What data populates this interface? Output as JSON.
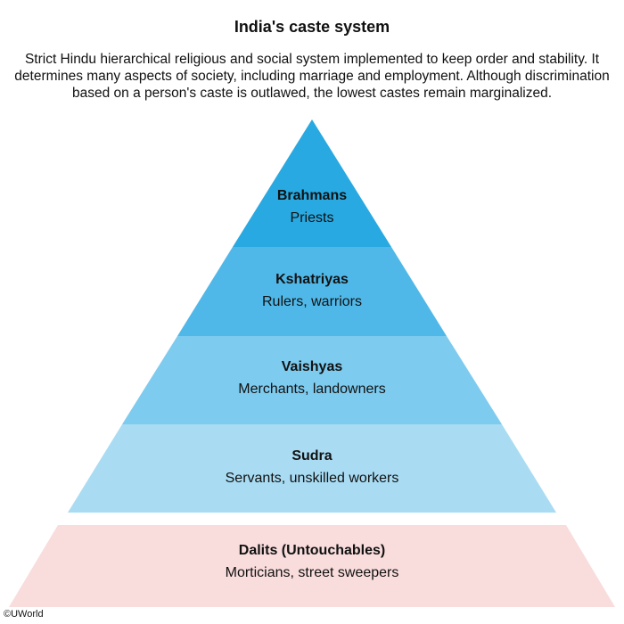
{
  "title": "India's caste system",
  "subtitle": "Strict Hindu hierarchical religious and social system implemented to keep order and stability. It determines many aspects of society, including marriage and employment. Although discrimination based on a person's caste is outlawed, the lowest castes remain marginalized.",
  "tiers": [
    {
      "name": "Brahmans",
      "desc": "Priests",
      "color": "#29a9e1"
    },
    {
      "name": "Kshatriyas",
      "desc": "Rulers, warriors",
      "color": "#50b8e8"
    },
    {
      "name": "Vaishyas",
      "desc": "Merchants, landowners",
      "color": "#7dcbef"
    },
    {
      "name": "Sudra",
      "desc": "Servants, unskilled workers",
      "color": "#a9dcf3"
    },
    {
      "name": "Dalits (Untouchables)",
      "desc": "Morticians, street sweepers",
      "color": "#f9dcdc"
    }
  ],
  "copyright": "©UWorld"
}
